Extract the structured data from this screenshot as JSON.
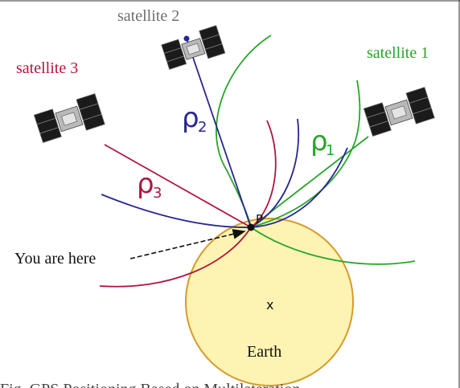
{
  "labels": {
    "satellite_1": "satellite 1",
    "satellite_2": "satellite 2",
    "satellite_3": "satellite 3",
    "rho_1": "ρ",
    "rho_1_sub": "1",
    "rho_2": "ρ",
    "rho_2_sub": "2",
    "rho_3": "ρ",
    "rho_3_sub": "3",
    "point": "P",
    "you_are_here": "You are here",
    "earth_center": "x",
    "earth": "Earth",
    "caption_fragment": "Fig. GPS Positioning Based on Multilateration"
  },
  "colors": {
    "sat1": "#27a52a",
    "sat2": "#27278f",
    "sat3": "#b0153f",
    "earth_fill": "#fdf3b2",
    "earth_stroke": "#d79a2b",
    "sat2_label": "#6e6e6e",
    "text": "#111111"
  }
}
